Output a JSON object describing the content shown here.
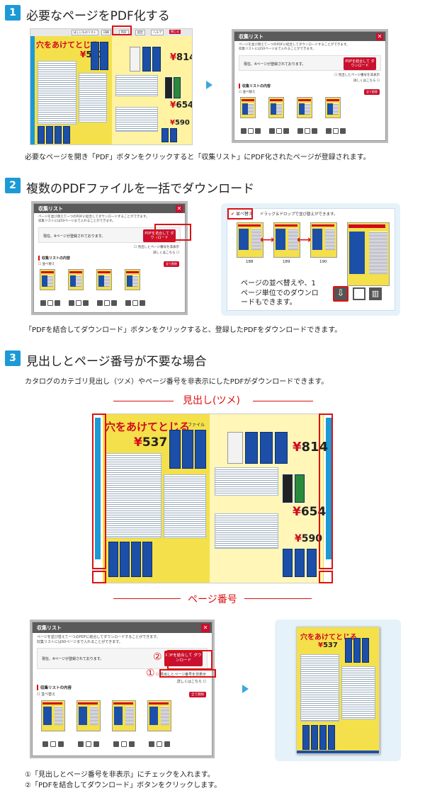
{
  "step1": {
    "num": "1",
    "title": "必要なページをPDF化する",
    "caption": "必要なページを開き「PDF」ボタンをクリックすると「収集リスト」にPDF化されたページが登録されます。",
    "toolbar": [
      "ほしいものリスト",
      "印刷",
      "PDF",
      "設定",
      "ヘルプ",
      "閉じる"
    ]
  },
  "step2": {
    "num": "2",
    "title": "複数のPDFファイルを一括でダウンロード",
    "caption": "「PDFを結合してダウンロード」ボタンをクリックすると、登録したPDFをダウンロードできます。",
    "callout": {
      "sort_label": "並べ替え",
      "drag_hint": "ドラッグ＆ドロップで並び替えができます。",
      "pages": [
        "188",
        "189",
        "190"
      ],
      "note": "ページの並べ替えや、1ページ単位でのダウンロードもできます。"
    }
  },
  "step3": {
    "num": "3",
    "title": "見出しとページ番号が不要な場合",
    "caption": "カタログのカテゴリ見出し（ツメ）やページ番号を非表示にしたPDFがダウンロードできます。",
    "label_top": "見出し(ツメ)",
    "label_bottom": "ページ番号",
    "mark1": "①",
    "mark2": "②",
    "note1": "①「見出しとページ番号を非表示」にチェックを入れます。",
    "note2": "②「PDFを結合してダウンロード」ボタンをクリックします。"
  },
  "dialog": {
    "title": "収集リスト",
    "close": "✕",
    "note_line1": "ページを並び替えて一つのPDFに結合してダウンロードすることができます。",
    "note_line2": "収集リストには50ページまで入れることができます。",
    "count": "現在、4ページが登録されております。",
    "pdf_button": "PDFを結合して ダウンロード",
    "hide_checkbox": "見出しとページ番号を非表示",
    "more": "詳しくはこちら",
    "section": "収集リストの内容",
    "sort": "並べ替え",
    "delete_all": "全て削除"
  },
  "catalog": {
    "title": "穴をあけてとじる",
    "sub": "ファイル",
    "prices": [
      "537",
      "814",
      "654",
      "590"
    ],
    "yen": "¥"
  },
  "colors": {
    "accent": "#1b9ad6",
    "highlight": "#d11111",
    "catalog_bg": "#f4e04a",
    "binder": "#1c4fa8"
  }
}
